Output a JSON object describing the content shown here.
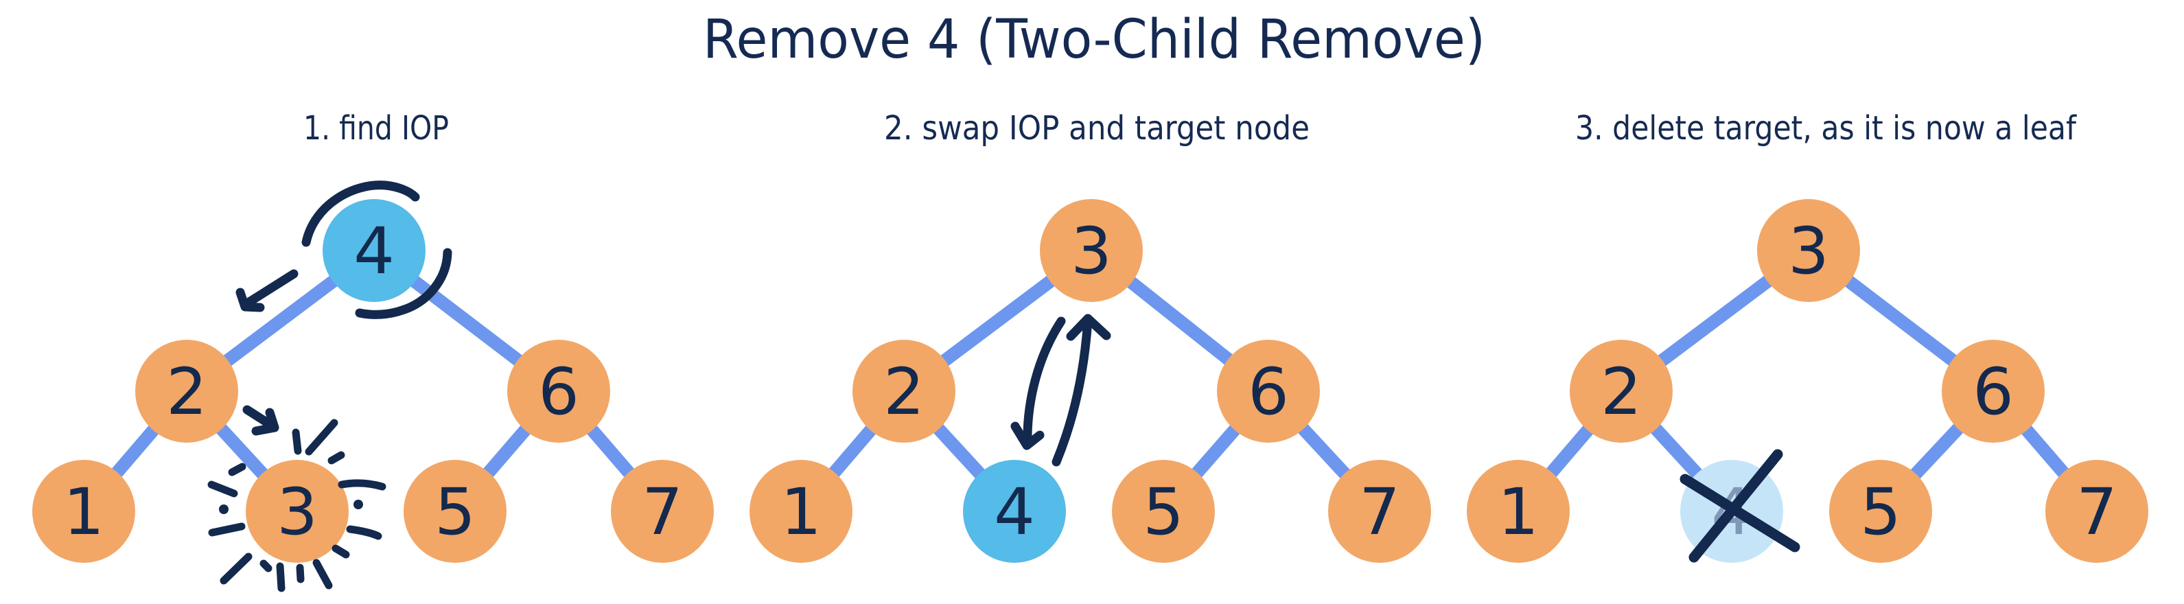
{
  "title": "Remove 4 (Two-Child Remove)",
  "colors": {
    "background": "#ffffff",
    "node_orange": "#f2a767",
    "node_highlight_blue": "#55bbe8",
    "node_deleted_fill": "#c6e4f8",
    "node_deleted_text": "#8098b8",
    "edge_blue": "#6d97ee",
    "ink_navy": "#13294e",
    "text_navy": "#152a52"
  },
  "panels": [
    {
      "caption": "1. find IOP",
      "nodes": [
        {
          "label": "4",
          "state": "highlighted-target-root"
        },
        {
          "label": "2",
          "state": "normal"
        },
        {
          "label": "6",
          "state": "normal"
        },
        {
          "label": "1",
          "state": "normal"
        },
        {
          "label": "3",
          "state": "iop-emphasized"
        },
        {
          "label": "5",
          "state": "normal"
        },
        {
          "label": "7",
          "state": "normal"
        }
      ],
      "edges": [
        [
          "4",
          "2"
        ],
        [
          "4",
          "6"
        ],
        [
          "2",
          "1"
        ],
        [
          "2",
          "3"
        ],
        [
          "6",
          "5"
        ],
        [
          "6",
          "7"
        ]
      ],
      "annotations": [
        "circle-around-target-node-4",
        "arrow-from-root-down-left",
        "arrow-toward-iop-node-3",
        "starburst-emphasis-on-node-3"
      ]
    },
    {
      "caption": "2. swap IOP and target node",
      "nodes": [
        {
          "label": "3",
          "state": "normal"
        },
        {
          "label": "2",
          "state": "normal"
        },
        {
          "label": "6",
          "state": "normal"
        },
        {
          "label": "1",
          "state": "normal"
        },
        {
          "label": "4",
          "state": "highlighted-target-leaf"
        },
        {
          "label": "5",
          "state": "normal"
        },
        {
          "label": "7",
          "state": "normal"
        }
      ],
      "edges": [
        [
          "3",
          "2"
        ],
        [
          "3",
          "6"
        ],
        [
          "2",
          "1"
        ],
        [
          "2",
          "4"
        ],
        [
          "6",
          "5"
        ],
        [
          "6",
          "7"
        ]
      ],
      "annotations": [
        "swap-arrow-down-from-root-to-node-4",
        "swap-arrow-up-from-node-4-to-root"
      ]
    },
    {
      "caption": "3. delete target, as it is now a leaf",
      "nodes": [
        {
          "label": "3",
          "state": "normal"
        },
        {
          "label": "2",
          "state": "normal"
        },
        {
          "label": "6",
          "state": "normal"
        },
        {
          "label": "1",
          "state": "normal"
        },
        {
          "label": "4",
          "state": "deleted-faded-crossed-out"
        },
        {
          "label": "5",
          "state": "normal"
        },
        {
          "label": "7",
          "state": "normal"
        }
      ],
      "edges": [
        [
          "3",
          "2"
        ],
        [
          "3",
          "6"
        ],
        [
          "2",
          "1"
        ],
        [
          "2",
          "4"
        ],
        [
          "6",
          "5"
        ],
        [
          "6",
          "7"
        ]
      ],
      "annotations": [
        "x-cross-over-deleted-node-4"
      ]
    }
  ]
}
